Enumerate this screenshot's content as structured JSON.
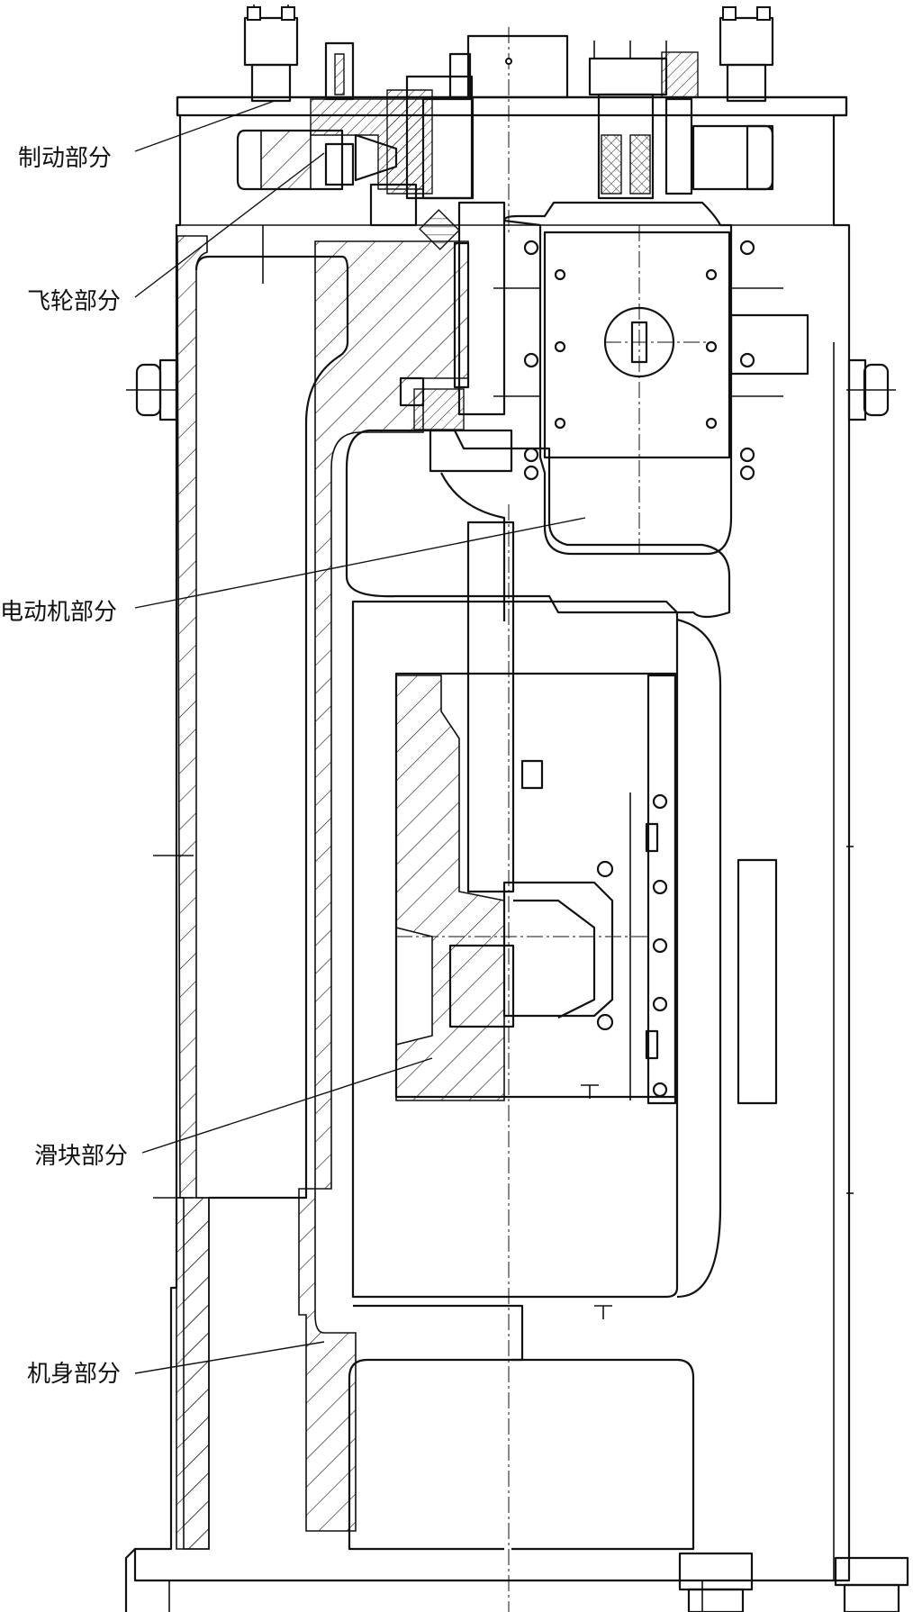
{
  "labels": {
    "brake": "制动部分",
    "flywheel": "飞轮部分",
    "motor": "电动机部分",
    "slider": "滑块部分",
    "body": "机身部分"
  }
}
